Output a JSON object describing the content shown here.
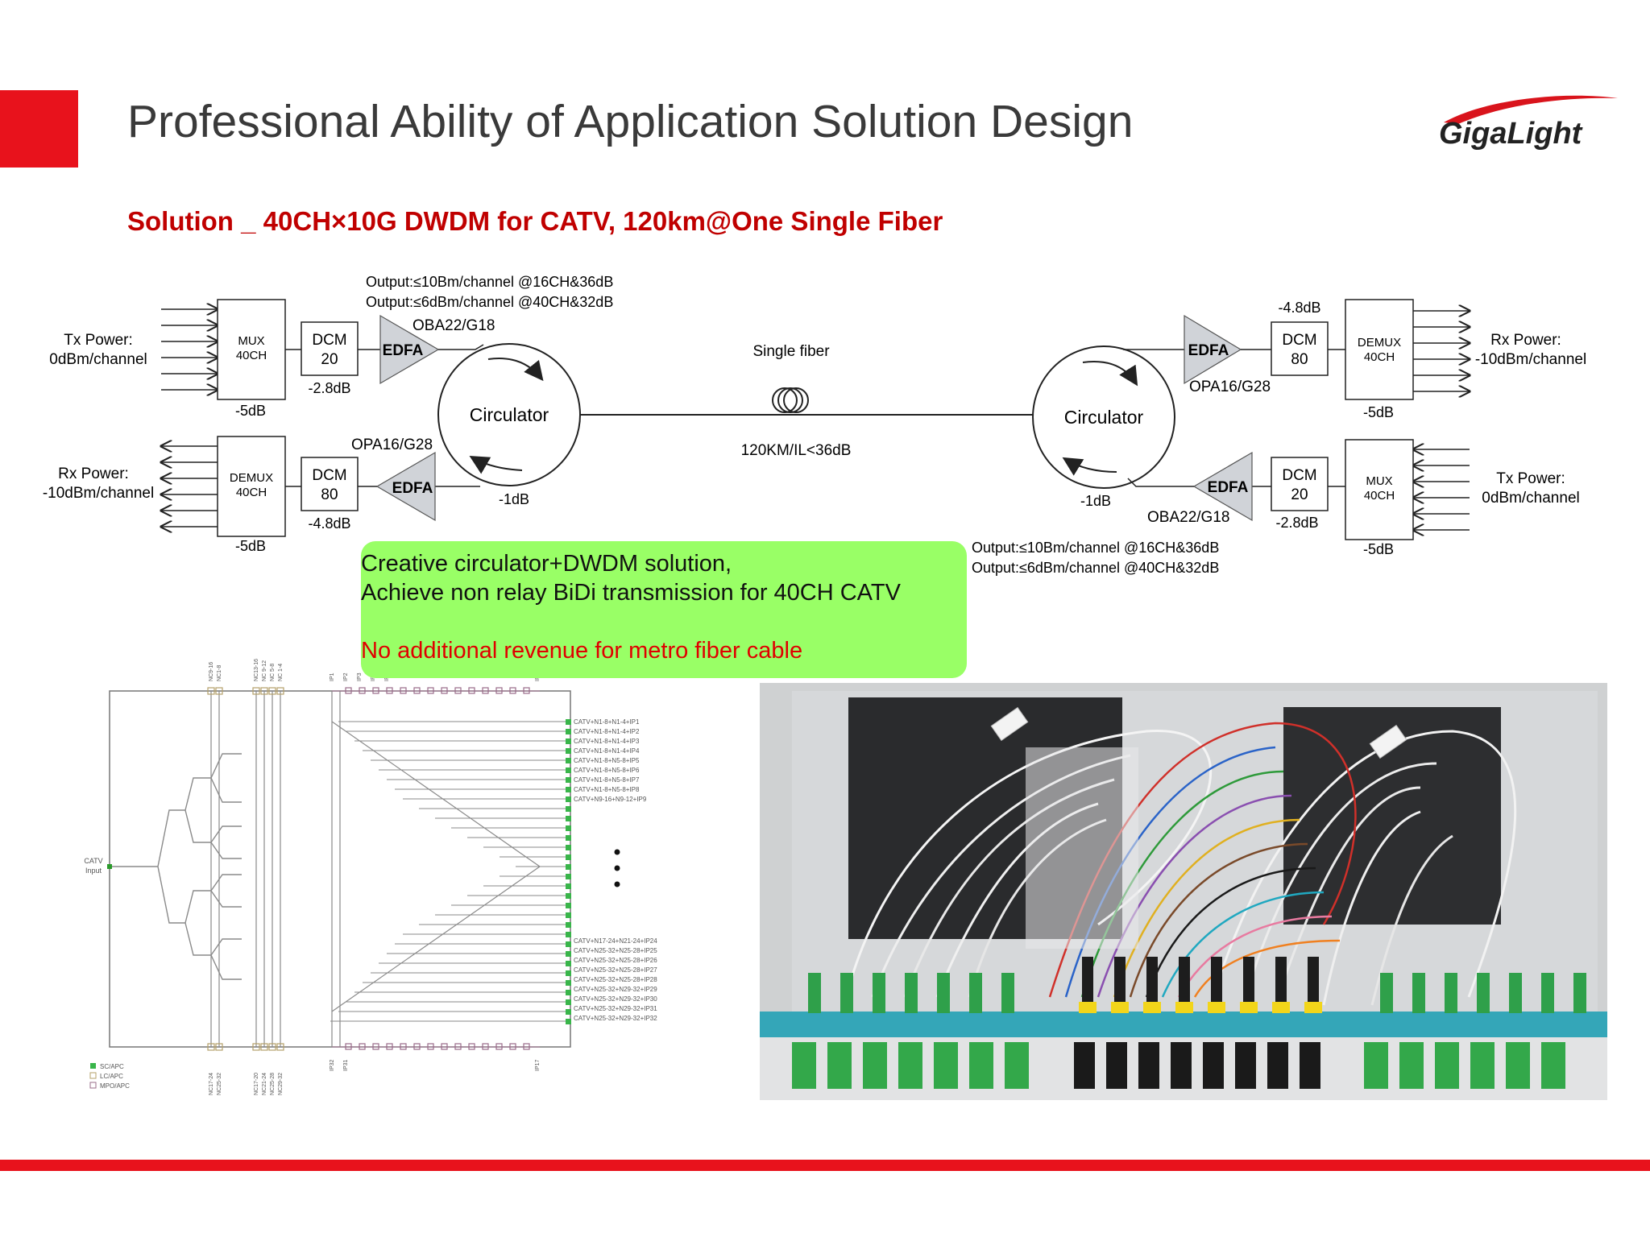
{
  "header": {
    "title": "Professional Ability of Application Solution Design",
    "logo_text": "GigaLight",
    "accent_color": "#e8121c"
  },
  "subtitle": "Solution _ 40CH×10G DWDM for CATV, 120km@One Single Fiber",
  "diagram": {
    "left": {
      "tx_power_label": "Tx Power:",
      "tx_power_value": "0dBm/channel",
      "rx_power_label": "Rx Power:",
      "rx_power_value": "-10dBm/channel",
      "mux": {
        "line1": "MUX",
        "line2": "40CH",
        "loss": "-5dB"
      },
      "demux": {
        "line1": "DEMUX",
        "line2": "40CH",
        "loss": "-5dB"
      },
      "dcm_top": {
        "line1": "DCM",
        "line2": "20",
        "loss": "-2.8dB"
      },
      "dcm_bottom": {
        "line1": "DCM",
        "line2": "80",
        "loss": "-4.8dB"
      },
      "edfa_top": {
        "label": "EDFA",
        "model": "OBA22/G18"
      },
      "edfa_bottom": {
        "label": "EDFA",
        "model": "OPA16/G28"
      },
      "output_line1": "Output:≤10Bm/channel  @16CH&36dB",
      "output_line2": "Output:≤6dBm/channel  @40CH&32dB",
      "circulator": {
        "label": "Circulator",
        "loss": "-1dB"
      }
    },
    "fiber": {
      "label": "Single fiber",
      "loss": "120KM/IL<36dB"
    },
    "right": {
      "tx_power_label": "Tx Power:",
      "tx_power_value": "0dBm/channel",
      "rx_power_label": "Rx Power:",
      "rx_power_value": "-10dBm/channel",
      "demux": {
        "line1": "DEMUX",
        "line2": "40CH",
        "loss": "-5dB"
      },
      "mux": {
        "line1": "MUX",
        "line2": "40CH",
        "loss": "-5dB"
      },
      "dcm_top": {
        "line1": "DCM",
        "line2": "80",
        "loss": "-4.8dB"
      },
      "dcm_bottom": {
        "line1": "DCM",
        "line2": "20",
        "loss": "-2.8dB"
      },
      "edfa_top": {
        "label": "EDFA",
        "model": "OPA16/G28"
      },
      "edfa_bottom": {
        "label": "EDFA",
        "model": "OBA22/G18"
      },
      "output_line1": "Output:≤10Bm/channel  @16CH&36dB",
      "output_line2": "Output:≤6dBm/channel  @40CH&32dB",
      "circulator": {
        "label": "Circulator",
        "loss": "-1dB"
      }
    }
  },
  "callout": {
    "line1": "Creative circulator+DWDM solution,",
    "line2": "Achieve non relay BiDi transmission for 40CH CATV",
    "line3": "No additional revenue for metro fiber cable",
    "bg_color": "#99ff66",
    "highlight_color": "#e00000"
  },
  "schematic": {
    "input_label_1": "CATV",
    "input_label_2": "Input",
    "top_port_labels": [
      "NC9-16",
      "NC1-8",
      "NC13-16",
      "NC 9-12",
      "NC 5-8",
      "NC 1-4",
      "IP1",
      "IP2",
      "IP3",
      "IP4",
      "IP5",
      "IP16"
    ],
    "bottom_port_labels": [
      "NC17-24",
      "NC25-32",
      "NC17-20",
      "NC21-24",
      "NC25-28",
      "NC29-32",
      "IP32",
      "IP31",
      "IP17"
    ],
    "outputs_top": [
      "CATV+N1-8+N1-4+IP1",
      "CATV+N1-8+N1-4+IP2",
      "CATV+N1-8+N1-4+IP3",
      "CATV+N1-8+N1-4+IP4",
      "CATV+N1-8+N5-8+IP5",
      "CATV+N1-8+N5-8+IP6",
      "CATV+N1-8+N5-8+IP7",
      "CATV+N1-8+N5-8+IP8",
      "CATV+N9-16+N9-12+IP9"
    ],
    "outputs_bottom": [
      "CATV+N17-24+N21-24+IP24",
      "CATV+N25-32+N25-28+IP25",
      "CATV+N25-32+N25-28+IP26",
      "CATV+N25-32+N25-28+IP27",
      "CATV+N25-32+N25-28+IP28",
      "CATV+N25-32+N29-32+IP29",
      "CATV+N25-32+N29-32+IP30",
      "CATV+N25-32+N29-32+IP31",
      "CATV+N25-32+N29-32+IP32"
    ],
    "legend": [
      "SC/APC",
      "LC/APC",
      "MPO/APC"
    ]
  }
}
